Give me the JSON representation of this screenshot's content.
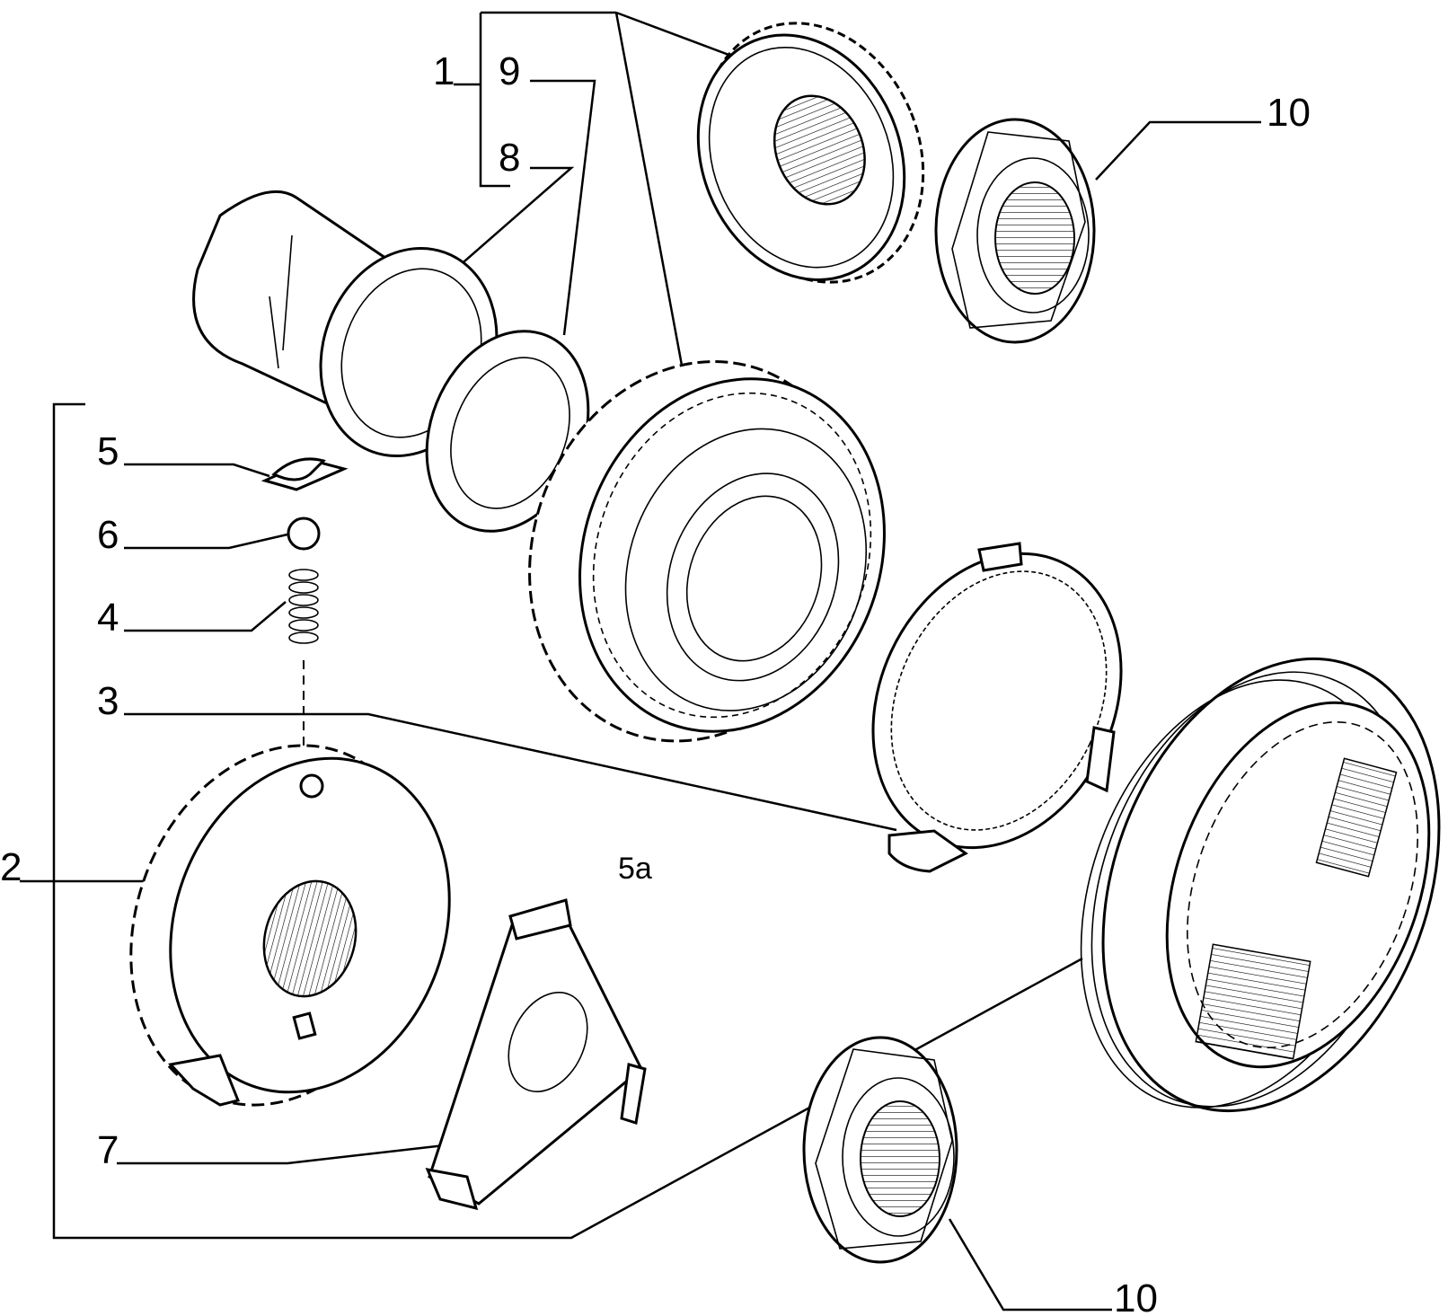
{
  "callouts": [
    {
      "id": "c1",
      "text": "1"
    },
    {
      "id": "c9",
      "text": "9"
    },
    {
      "id": "c8",
      "text": "8"
    },
    {
      "id": "c10a",
      "text": "10"
    },
    {
      "id": "c5",
      "text": "5"
    },
    {
      "id": "c6",
      "text": "6"
    },
    {
      "id": "c4",
      "text": "4"
    },
    {
      "id": "c3",
      "text": "3"
    },
    {
      "id": "c2",
      "text": "2"
    },
    {
      "id": "c7",
      "text": "7"
    },
    {
      "id": "c10b",
      "text": "10"
    }
  ],
  "view_label": "5a"
}
